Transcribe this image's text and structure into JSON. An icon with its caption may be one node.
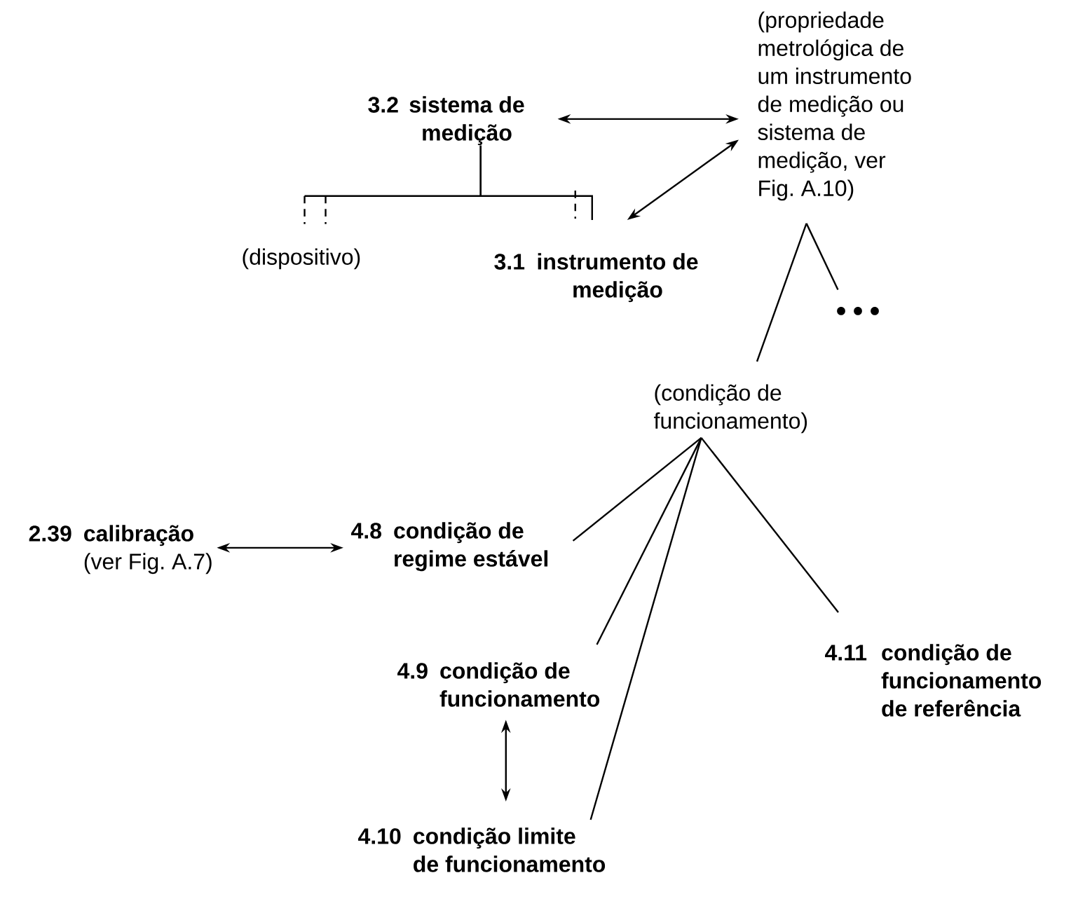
{
  "diagram": {
    "nodes": [
      {
        "text": [
          "3.2",
          "sistema de medição"
        ]
      },
      {
        "text": [
          "(propriedade metrológica de um instrumento de medição ou sistema de medição, ver Fig. A.10)"
        ]
      },
      {
        "text": [
          "(dispositivo)"
        ]
      },
      {
        "text": [
          "3.1",
          "instrumento de medição"
        ]
      },
      {
        "text": [],
        "shape": "dots"
      },
      {
        "text": [
          "(condição de funcionamento)"
        ]
      },
      {
        "text": [
          "2.39",
          "calibração",
          "(ver Fig. A.7)"
        ]
      },
      {
        "text": [
          "4.8",
          "condição de regime estável"
        ]
      },
      {
        "text": [
          "4.9",
          "condição de funcionamento"
        ]
      },
      {
        "text": [
          "4.10",
          "condição limite de funcionamento"
        ]
      },
      {
        "text": [
          "4.11",
          "condição de funcionamento de referência"
        ]
      }
    ],
    "edges": [
      {
        "from": 0,
        "to": 1,
        "arrow": "both"
      },
      {
        "from": 3,
        "to": 1,
        "arrow": "both"
      },
      {
        "from": 0,
        "to": 2,
        "arrow": "none"
      },
      {
        "from": 0,
        "to": 3,
        "arrow": "none"
      },
      {
        "from": 1,
        "to": 5,
        "arrow": "none"
      },
      {
        "from": 1,
        "to": 4,
        "arrow": "none"
      },
      {
        "from": 5,
        "to": 7,
        "arrow": "none"
      },
      {
        "from": 5,
        "to": 8,
        "arrow": "none"
      },
      {
        "from": 5,
        "to": 9,
        "arrow": "none"
      },
      {
        "from": 5,
        "to": 10,
        "arrow": "none"
      },
      {
        "from": 6,
        "to": 7,
        "arrow": "both"
      },
      {
        "from": 8,
        "to": 9,
        "arrow": "both"
      }
    ]
  }
}
